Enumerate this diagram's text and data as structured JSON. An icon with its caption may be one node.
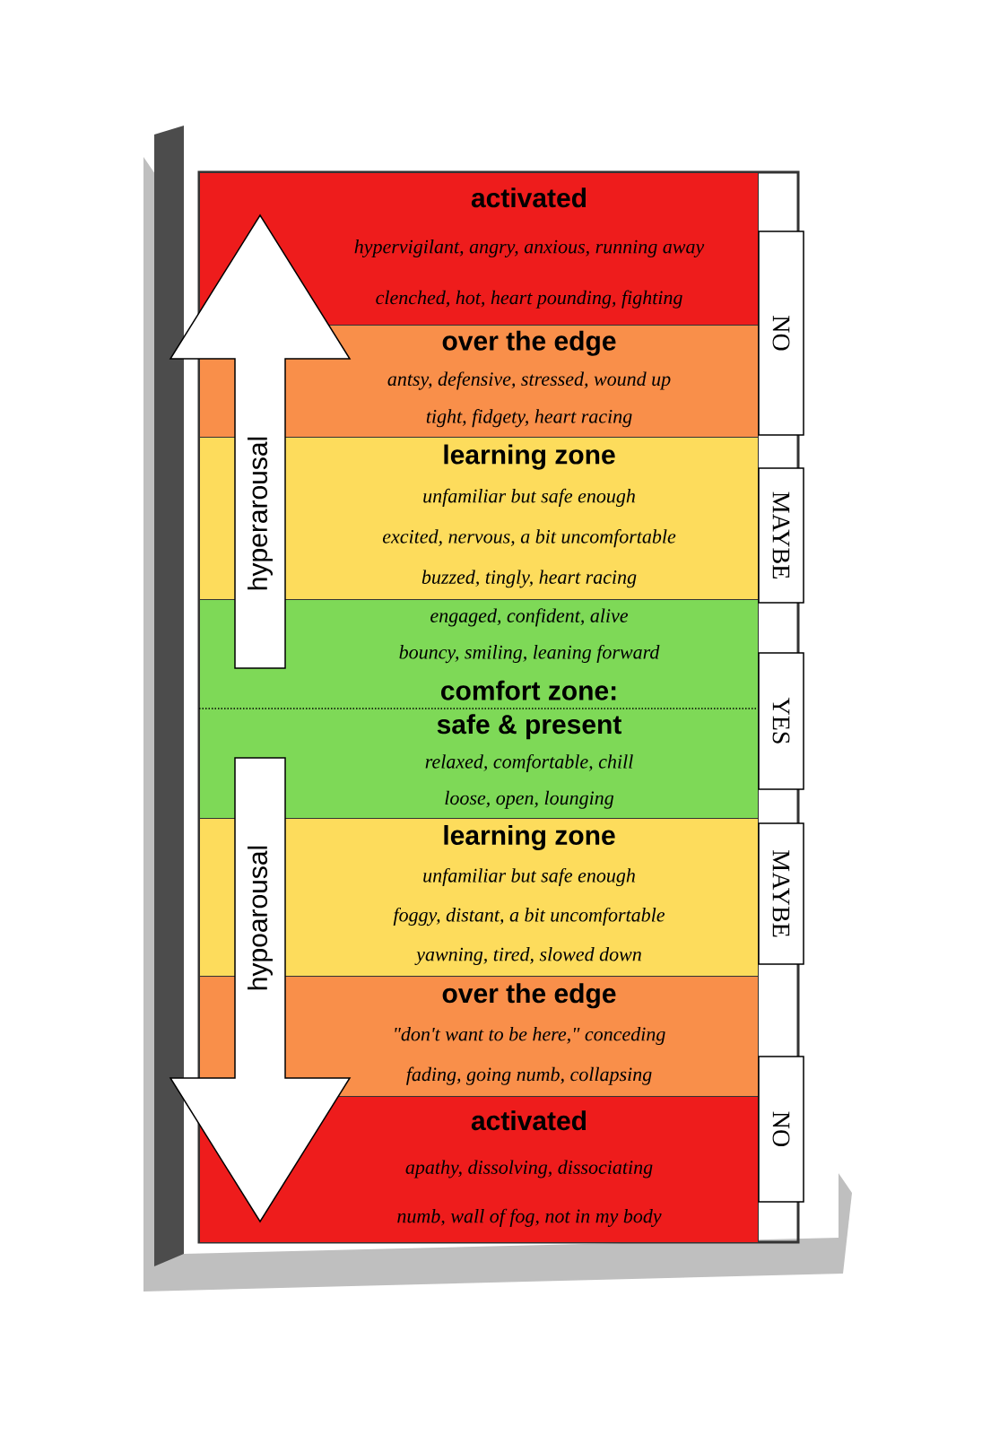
{
  "diagram": {
    "nodes": [
      {
        "text": [
          "activated",
          "hypervigilant, angry, anxious, running away",
          "clenched, hot, heart pounding, fighting"
        ]
      },
      {
        "text": [
          "over the edge",
          "antsy, defensive, stressed, wound up",
          "tight, fidgety, heart racing"
        ]
      },
      {
        "text": [
          "learning zone",
          "unfamiliar but safe enough",
          "excited, nervous, a bit uncomfortable",
          "buzzed, tingly, heart racing"
        ]
      },
      {
        "text": [
          "engaged, confident, alive",
          "bouncy, smiling, leaning forward",
          "comfort zone:",
          "safe & present",
          "relaxed, comfortable, chill",
          "loose, open, lounging"
        ]
      },
      {
        "text": [
          "learning zone",
          "unfamiliar but safe enough",
          "foggy, distant, a bit uncomfortable",
          "yawning, tired, slowed down"
        ]
      },
      {
        "text": [
          "over the edge",
          "\"don't want to be here,\" conceding",
          "fading, going numb, collapsing"
        ]
      },
      {
        "text": [
          "activated",
          "apathy, dissolving, dissociating",
          "numb, wall of fog, not in my body"
        ]
      },
      {
        "text": [
          "NO"
        ]
      },
      {
        "text": [
          "MAYBE"
        ]
      },
      {
        "text": [
          "YES"
        ]
      },
      {
        "text": [
          "MAYBE"
        ]
      },
      {
        "text": [
          "NO"
        ]
      },
      {
        "text": [
          "hyperarousal"
        ]
      },
      {
        "text": [
          "hypoarousal"
        ]
      }
    ]
  }
}
